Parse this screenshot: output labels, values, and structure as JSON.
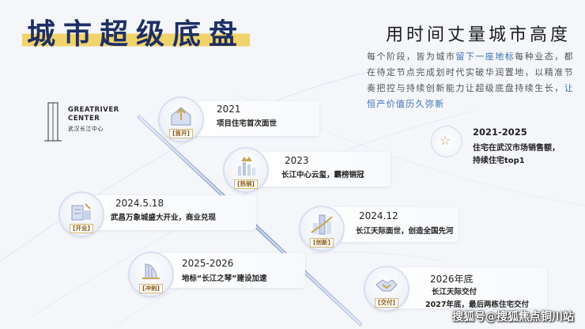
{
  "title": "城市超级底盘",
  "subtitle": "用时间丈量城市高度",
  "paragraph": {
    "before": "每个阶段，皆为城市",
    "highlight1": "留下一座地标",
    "middle": "每种业态，都在待定节点完成划时代实破华润置地，以精准节奏把控与持续创新能力让超级底盘持续生长，",
    "highlight2": "让恒产价值历久弥新"
  },
  "logo": {
    "en_line1": "GREATRIVER",
    "en_line2": "CENTER",
    "cn": "武汉长江中心"
  },
  "milestones": [
    {
      "tag": "首开",
      "year": "2021",
      "desc": "项目住宅首次面世",
      "icon": "house-icon"
    },
    {
      "tag": "热销",
      "year": "2023",
      "desc": "长江中心云玺，霸榜销冠",
      "icon": "crown-icon"
    },
    {
      "tag": "开业",
      "year": "2024.5.18",
      "desc": "武昌万象城盛大开业，商业兑现",
      "icon": "mall-icon"
    },
    {
      "tag": "创新",
      "year": "2024.12",
      "desc": "长江天际面世，创造全国先河",
      "icon": "tower-icon"
    },
    {
      "tag": "冲刺",
      "year": "2025-2026",
      "desc": "地标“长江之琴”建设加速",
      "icon": "piano-icon"
    },
    {
      "tag": "交付",
      "year": "2026年底",
      "desc": "长江天际交付",
      "desc2": "2027年底，最后两栋住宅交付",
      "icon": "handshake-icon"
    }
  ],
  "annotation": {
    "year": "2021-2025",
    "line1": "住宅在武汉市场销售额，",
    "line2": "持续住宅top1",
    "icon": "star-icon"
  },
  "watermark": "搜狐号@搜狐焦点铜川站",
  "colors": {
    "navy": "#1d2f63",
    "gold": "#c9a655",
    "highlight": "#f0d36a",
    "link": "#3b6fb7"
  }
}
